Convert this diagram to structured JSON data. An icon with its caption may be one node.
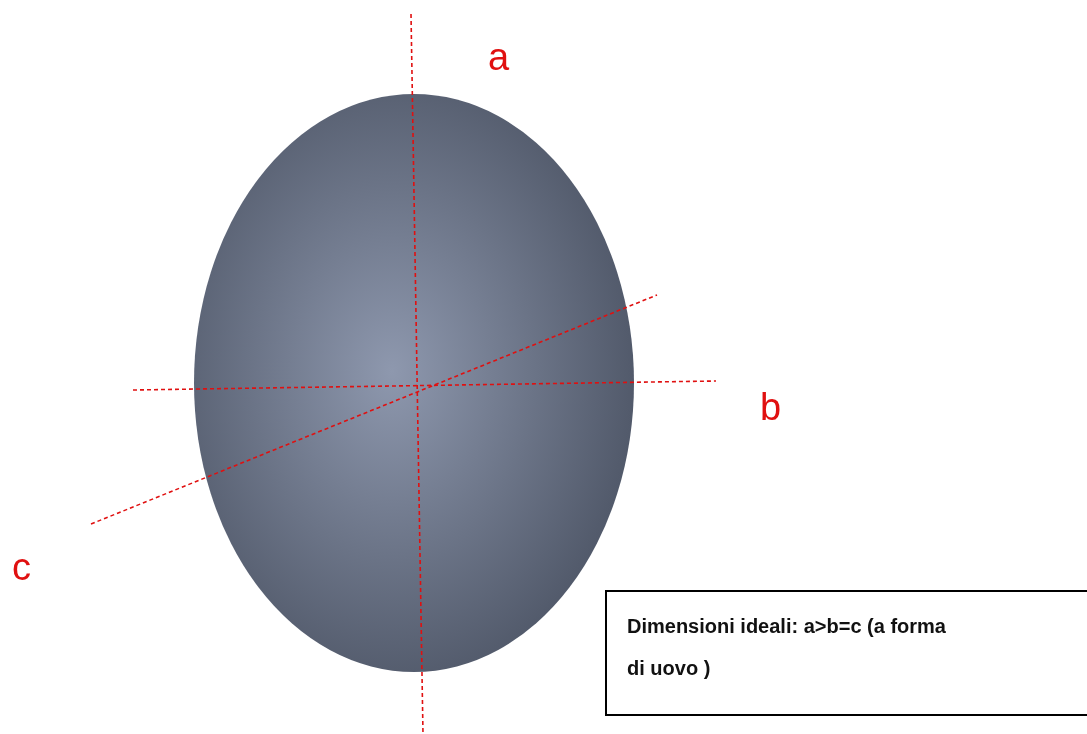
{
  "diagram": {
    "nodes": [
      {
        "text": [
          "Dimensioni ideali: a>b=c (a forma di uovo )"
        ]
      }
    ],
    "labels": [
      "a",
      "b",
      "c"
    ]
  }
}
